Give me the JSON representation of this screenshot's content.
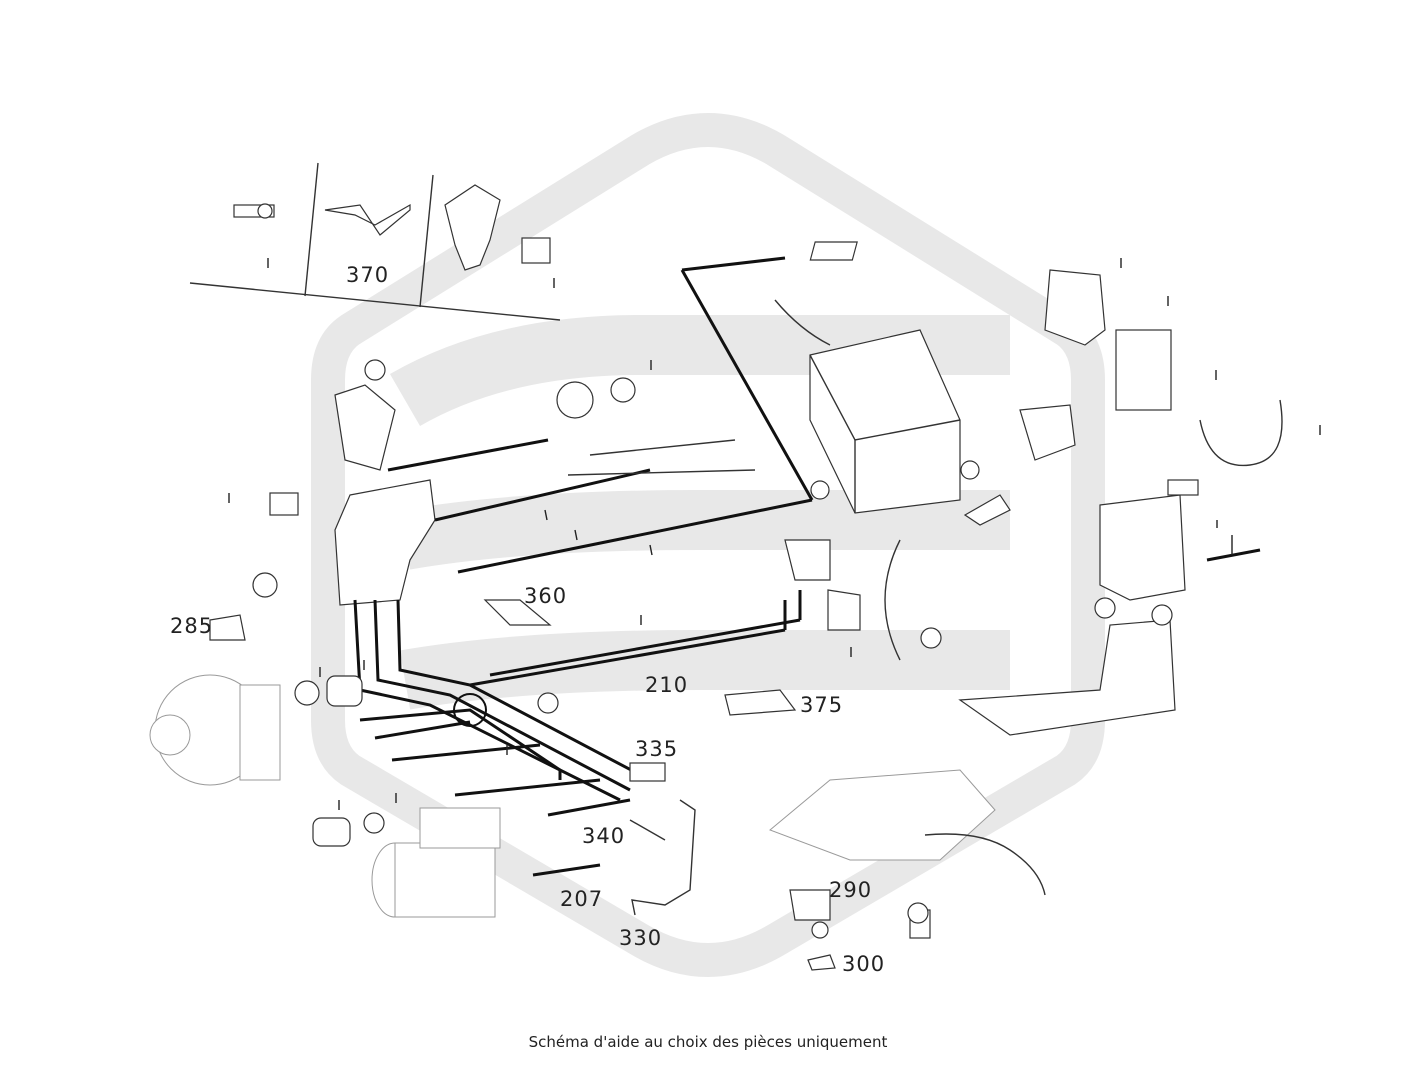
{
  "diagram": {
    "caption": "Schéma d'aide au choix des pièces uniquement",
    "callouts": {
      "c370": "370",
      "c360": "360",
      "c285": "285",
      "c210": "210",
      "c375": "375",
      "c335": "335",
      "c340": "340",
      "c207": "207",
      "c330": "330",
      "c290": "290",
      "c300": "300"
    },
    "colors": {
      "watermark": "#e6e6e6",
      "lines": "#111111",
      "faded_parts": "#9a9a9a"
    }
  }
}
